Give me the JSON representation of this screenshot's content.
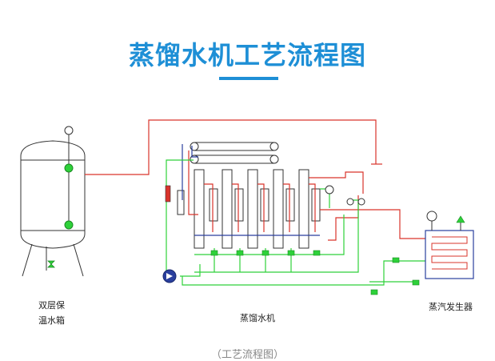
{
  "title": "蒸馏水机工艺流程图",
  "labels": {
    "tank_line1": "双层保",
    "tank_line2": "温水箱",
    "machine": "蒸馏水机",
    "steam_generator": "蒸汽发生器"
  },
  "caption": "（工艺流程图）",
  "colors": {
    "title": "#1e8fd6",
    "red_line": "#d9342b",
    "green_line": "#2ed13a",
    "blue_line": "#2a3f9e",
    "outline": "#333333"
  },
  "icons": [
    "pump-icon",
    "valve-icon",
    "gauge-icon",
    "thermometer-icon"
  ]
}
